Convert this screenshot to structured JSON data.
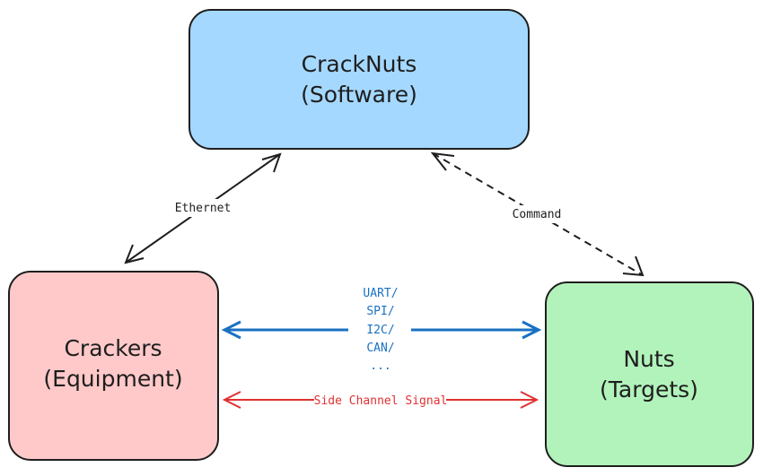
{
  "nodes": {
    "software": {
      "line1": "CrackNuts",
      "line2": "(Software)",
      "fill": "#a5d8ff",
      "stroke": "#1e1e1e"
    },
    "equipment": {
      "line1": "Crackers",
      "line2": "(Equipment)",
      "fill": "#ffc9c9",
      "stroke": "#1e1e1e"
    },
    "targets": {
      "line1": "Nuts",
      "line2": "(Targets)",
      "fill": "#b2f2bb",
      "stroke": "#1e1e1e"
    }
  },
  "edges": {
    "ethernet": {
      "label": "Ethernet",
      "color": "#1e1e1e",
      "style": "solid"
    },
    "command": {
      "label": "Command",
      "color": "#1e1e1e",
      "style": "dashed"
    },
    "bus": {
      "labels": [
        "UART/",
        "SPI/",
        "I2C/",
        "CAN/",
        "..."
      ],
      "color": "#1971c2",
      "style": "solid"
    },
    "side_channel": {
      "label": "Side Channel Signal",
      "color": "#e03131",
      "style": "solid"
    }
  }
}
